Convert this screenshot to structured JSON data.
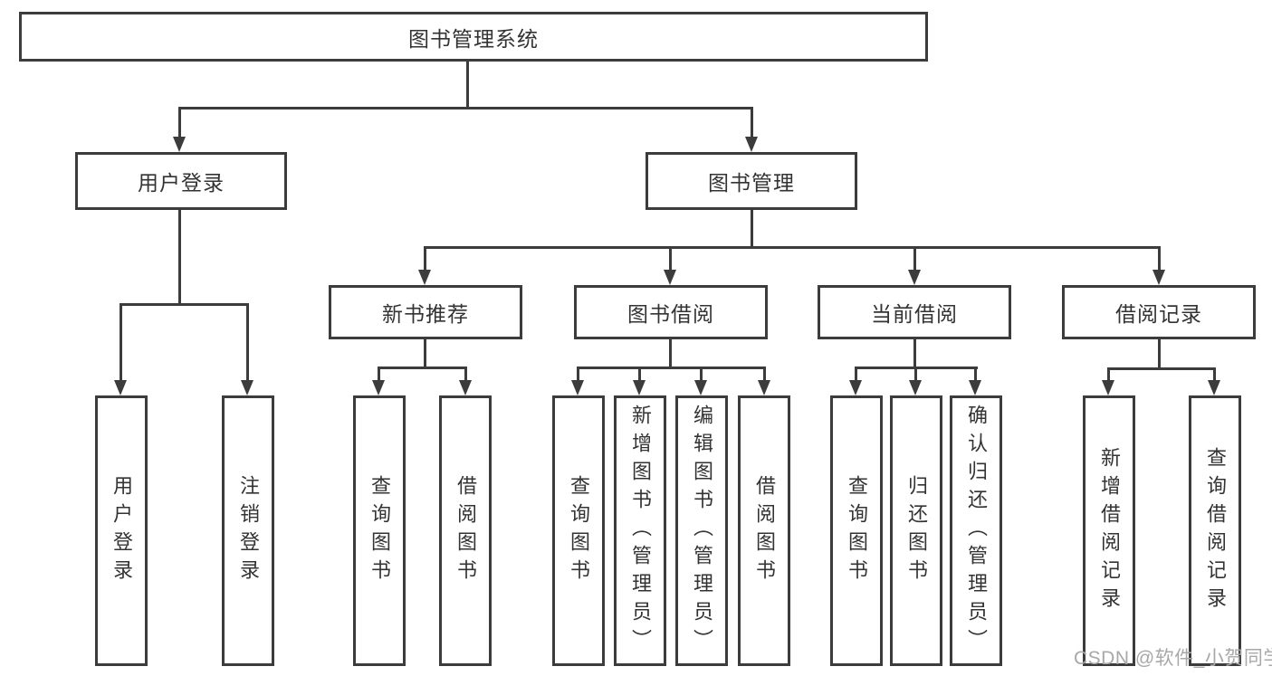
{
  "colors": {
    "line": "#3c3c3c",
    "text": "#333333",
    "background": "#ffffff",
    "watermark": "#a8a8a8"
  },
  "root": {
    "label": "图书管理系统"
  },
  "level2": [
    {
      "label": "用户登录"
    },
    {
      "label": "图书管理"
    }
  ],
  "level3": [
    {
      "label": "新书推荐"
    },
    {
      "label": "图书借阅"
    },
    {
      "label": "当前借阅"
    },
    {
      "label": "借阅记录"
    }
  ],
  "leaves": [
    {
      "label": "用户登录"
    },
    {
      "label": "注销登录"
    },
    {
      "label": "查询图书"
    },
    {
      "label": "借阅图书"
    },
    {
      "label": "查询图书"
    },
    {
      "label": "新增图书（管理员）"
    },
    {
      "label": "编辑图书（管理员）"
    },
    {
      "label": "借阅图书"
    },
    {
      "label": "查询图书"
    },
    {
      "label": "归还图书"
    },
    {
      "label": "确认归还（管理员）"
    },
    {
      "label": "新增借阅记录"
    },
    {
      "label": "查询借阅记录"
    }
  ],
  "watermark": {
    "label": "CSDN @软件_小贺同学"
  }
}
